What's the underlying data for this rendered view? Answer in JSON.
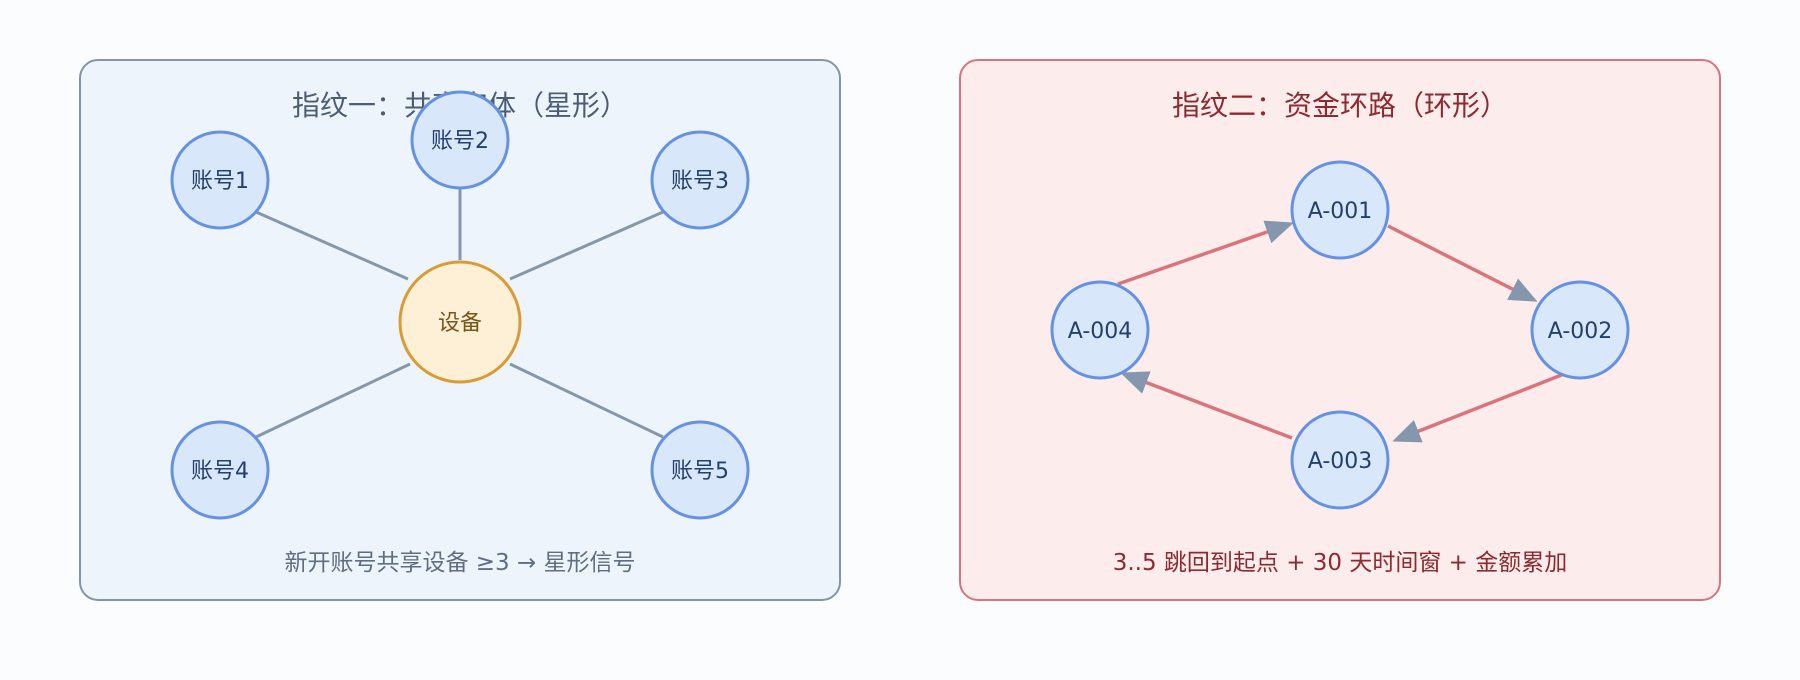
{
  "panels": {
    "star": {
      "title": "指纹一：共享实体（星形）",
      "center": "设备",
      "accounts": [
        "账号1",
        "账号2",
        "账号3",
        "账号4",
        "账号5"
      ],
      "caption": "新开账号共享设备 ≥3 → 星形信号"
    },
    "ring": {
      "title": "指纹二：资金环路（环形）",
      "nodes": [
        "A-001",
        "A-002",
        "A-003",
        "A-004"
      ],
      "caption": "3..5 跳回到起点 + 30 天时间窗 + 金额累加"
    }
  },
  "colors": {
    "star_panel_fill": "#eef4fb",
    "star_panel_border": "#8295ad",
    "ring_panel_fill": "#fdecec",
    "ring_panel_border": "#d7757a",
    "node_fill": "#d9e7fb",
    "node_border": "#6491e4",
    "center_fill": "#fdf0d7",
    "center_border": "#d99c34",
    "star_edge": "#8597ad",
    "ring_edge": "#d9757a",
    "arrowhead": "#8597ad",
    "star_text": "#4a5d77",
    "ring_text": "#8c2a2f",
    "node_text": "#22406e",
    "center_text": "#7a5518"
  }
}
